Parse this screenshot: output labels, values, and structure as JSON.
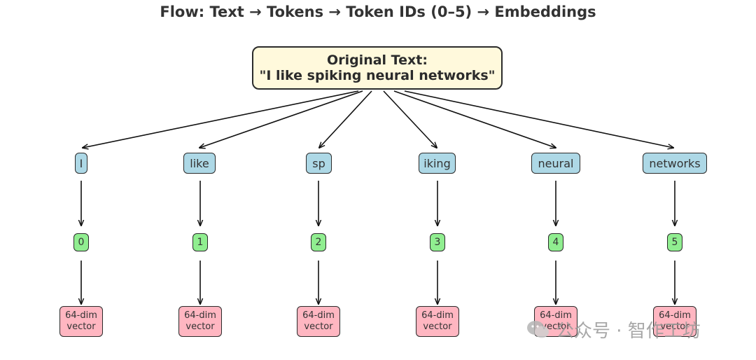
{
  "title": "Flow: Text → Tokens → Token IDs (0–5) → Embeddings",
  "root": {
    "label": "Original Text:",
    "text": "\"I like spiking neural networks\""
  },
  "columns": [
    {
      "token": "I",
      "id": "0",
      "emb_line1": "64-dim",
      "emb_line2": "vector"
    },
    {
      "token": "like",
      "id": "1",
      "emb_line1": "64-dim",
      "emb_line2": "vector"
    },
    {
      "token": "sp",
      "id": "2",
      "emb_line1": "64-dim",
      "emb_line2": "vector"
    },
    {
      "token": "iking",
      "id": "3",
      "emb_line1": "64-dim",
      "emb_line2": "vector"
    },
    {
      "token": "neural",
      "id": "4",
      "emb_line1": "64-dim",
      "emb_line2": "vector"
    },
    {
      "token": "networks",
      "id": "5",
      "emb_line1": "64-dim",
      "emb_line2": "vector"
    }
  ],
  "watermark": "公众号 · 智作工坊",
  "colors": {
    "root_fill": "#fff9dc",
    "token_fill": "#add8e6",
    "id_fill": "#90ee90",
    "embedding_fill": "#ffb6c1",
    "stroke": "#2b2b2b"
  }
}
